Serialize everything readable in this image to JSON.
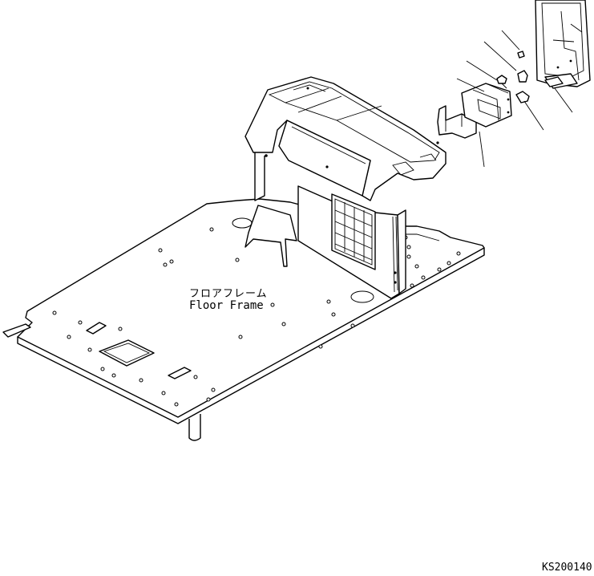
{
  "labels": {
    "part_name_jp": "フロアフレーム",
    "part_name_en": "Floor Frame"
  },
  "drawing_number": "KS200140",
  "colors": {
    "line": "#000000",
    "background": "#ffffff"
  }
}
